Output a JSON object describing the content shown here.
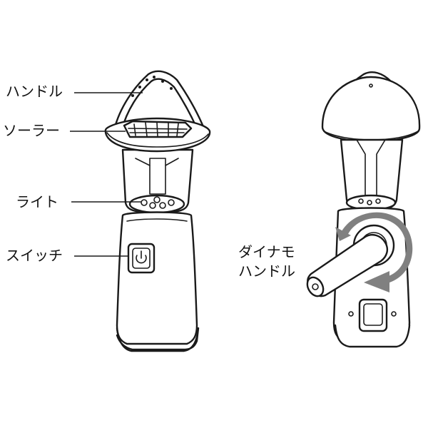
{
  "labels": {
    "handle": "ハンドル",
    "solar": "ソーラー",
    "light": "ライト",
    "switch": "スイッチ",
    "dynamo_line1": "ダイナモ",
    "dynamo_line2": "ハンドル"
  },
  "colors": {
    "outline": "#1a1a1a",
    "rotation_arrow": "#808080",
    "background": "#ffffff"
  },
  "icons": {
    "switch": "power-icon",
    "rotation": "rotate-arrow-icon"
  }
}
